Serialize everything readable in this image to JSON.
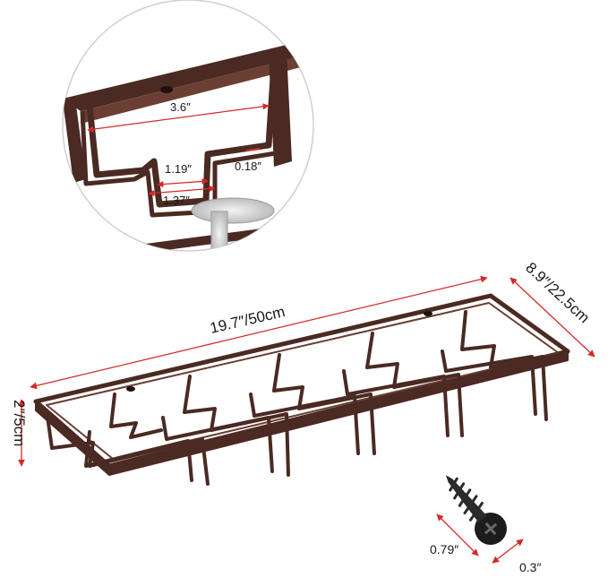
{
  "product": {
    "frame_color": "#4a2a22",
    "dimension_line_color": "#d62828"
  },
  "dimensions": {
    "length": "19.7″/50cm",
    "width": "8.9″/22.5cm",
    "height": "2″/5cm"
  },
  "detail_zoom": {
    "slot_width": "3.6″",
    "neck_inner": "1.19″",
    "neck_outer": "1.37″",
    "wire_thickness": "0.18″"
  },
  "screw": {
    "length": "0.79″",
    "head_diameter": "0.3″",
    "icon": "screw-icon"
  }
}
